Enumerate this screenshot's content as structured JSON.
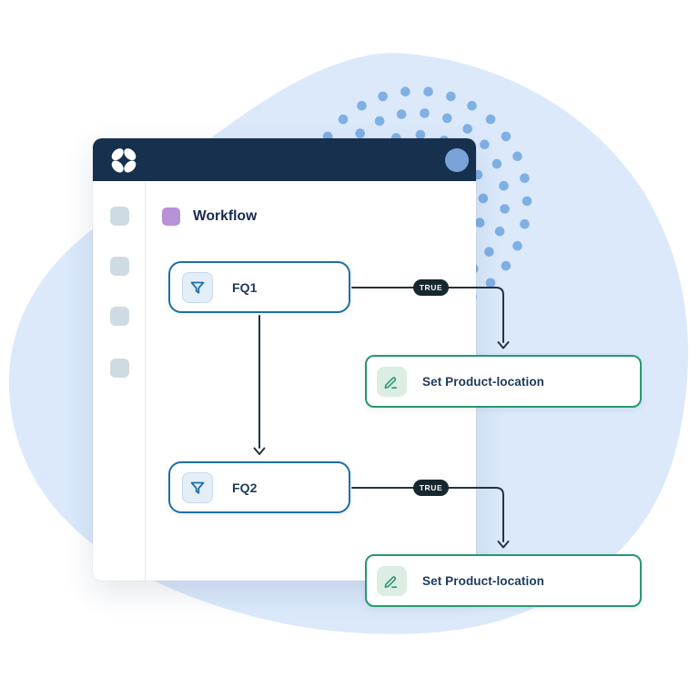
{
  "colors": {
    "blob": "#dbe9fb",
    "dot": "#7fb0e4",
    "header": "#16304e",
    "avatar": "#7aa4d9",
    "accent-blue": "#1d6fa8",
    "accent-green": "#27996f",
    "ink": "#1d3a5c",
    "line": "#25333c",
    "badge-bg": "#16282e",
    "purple": "#b892d6",
    "sidebar-square": "#cfdbe3",
    "tile-blue": "#e4eef7",
    "tile-green": "#dcede4"
  },
  "icons": {
    "logo": "four-petal-pinwheel",
    "filter": "funnel",
    "action": "pencil",
    "workflow": "purple-square"
  },
  "sidebar": {
    "item_count": 4
  },
  "main": {
    "title": "Workflow"
  },
  "workflow": {
    "nodes": [
      {
        "id": "fq1",
        "type": "filter",
        "label": "FQ1"
      },
      {
        "id": "fq2",
        "type": "filter",
        "label": "FQ2"
      },
      {
        "id": "set1",
        "type": "action",
        "label": "Set Product-location"
      },
      {
        "id": "set2",
        "type": "action",
        "label": "Set Product-location"
      }
    ],
    "edges": [
      {
        "from": "fq1",
        "to": "set1",
        "label": "TRUE"
      },
      {
        "from": "fq1",
        "to": "fq2",
        "label": ""
      },
      {
        "from": "fq2",
        "to": "set2",
        "label": "TRUE"
      }
    ]
  }
}
